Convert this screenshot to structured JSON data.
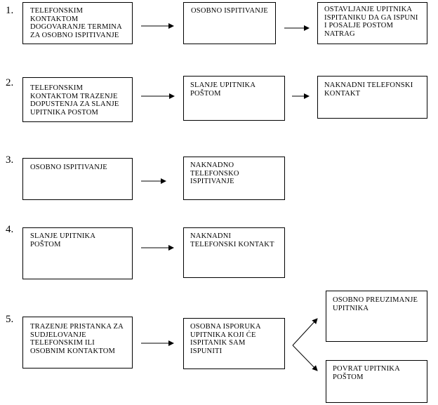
{
  "rows": [
    {
      "number": "1.",
      "boxes": [
        "TELEFONSKIM\nKONTAKTOM\nDOGOVARANJE TERMINA\nZA OSOBNO ISPITIVANJE",
        "OSOBNO ISPITIVANJE",
        "OSTAVLJANJE UPITNIKA\nISPITANIKU DA GA ISPUNI\nI POSALJE POSTOM\nNATRAG"
      ]
    },
    {
      "number": "2.",
      "boxes": [
        "TELEFONSKIM\nKONTAKTOM TRAZENJE\nDOPUSTENJA ZA SLANJE\nUPITNIKA POSTOM",
        "SLANJE UPITNIKA\nPOŠTOM",
        "NAKNADNI TELEFONSKI\nKONTAKT"
      ]
    },
    {
      "number": "3.",
      "boxes": [
        "OSOBNO ISPITIVANJE",
        "NAKNADNO\nTELEFONSKO\nISPITIVANJE"
      ]
    },
    {
      "number": "4.",
      "boxes": [
        "SLANJE UPITNIKA\nPOŠTOM",
        "NAKNADNI\nTELEFONSKI KONTAKT"
      ]
    },
    {
      "number": "5.",
      "boxes": [
        "TRAZENJE PRISTANKA ZA\nSUDJELOVANJE\nTELEFONSKIM ILI\nOSOBNIM KONTAKTOM",
        "OSOBNA ISPORUKA\nUPITNIKA KOJI ĆE\nISPITANIK SAM\nISPUNITI",
        "OSOBNO PREUZIMANJE\nUPITNIKA",
        "POVRAT UPITNIKA\nPOŠTOM"
      ]
    }
  ]
}
